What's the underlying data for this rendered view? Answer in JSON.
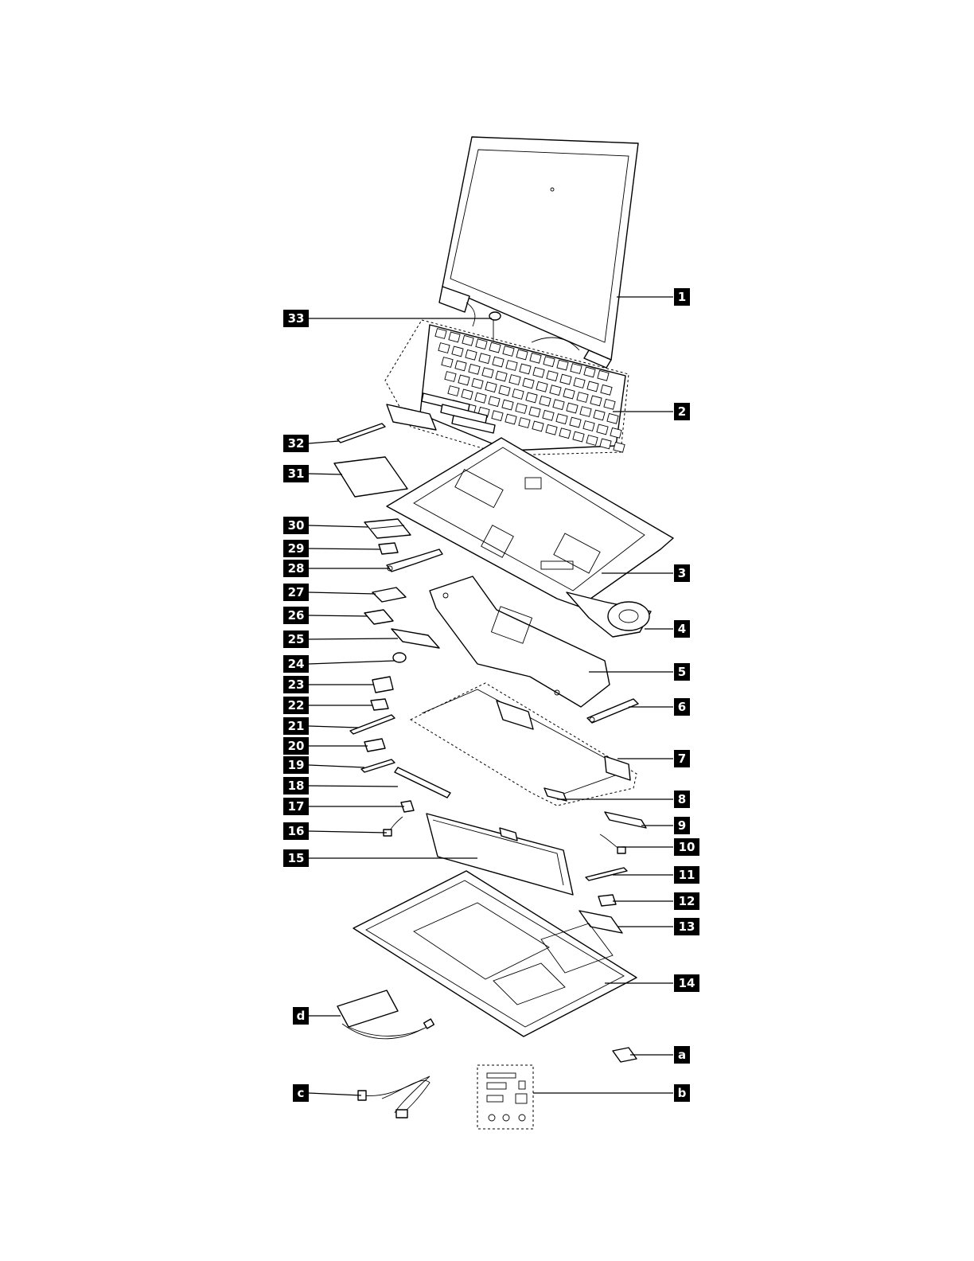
{
  "callouts": {
    "c1": "1",
    "c2": "2",
    "c3": "3",
    "c4": "4",
    "c5": "5",
    "c6": "6",
    "c7": "7",
    "c8": "8",
    "c9": "9",
    "c10": "10",
    "c11": "11",
    "c12": "12",
    "c13": "13",
    "c14": "14",
    "c15": "15",
    "c16": "16",
    "c17": "17",
    "c18": "18",
    "c19": "19",
    "c20": "20",
    "c21": "21",
    "c22": "22",
    "c23": "23",
    "c24": "24",
    "c25": "25",
    "c26": "26",
    "c27": "27",
    "c28": "28",
    "c29": "29",
    "c30": "30",
    "c31": "31",
    "c32": "32",
    "c33": "33",
    "ca": "a",
    "cb": "b",
    "cc": "c",
    "cd": "d"
  }
}
